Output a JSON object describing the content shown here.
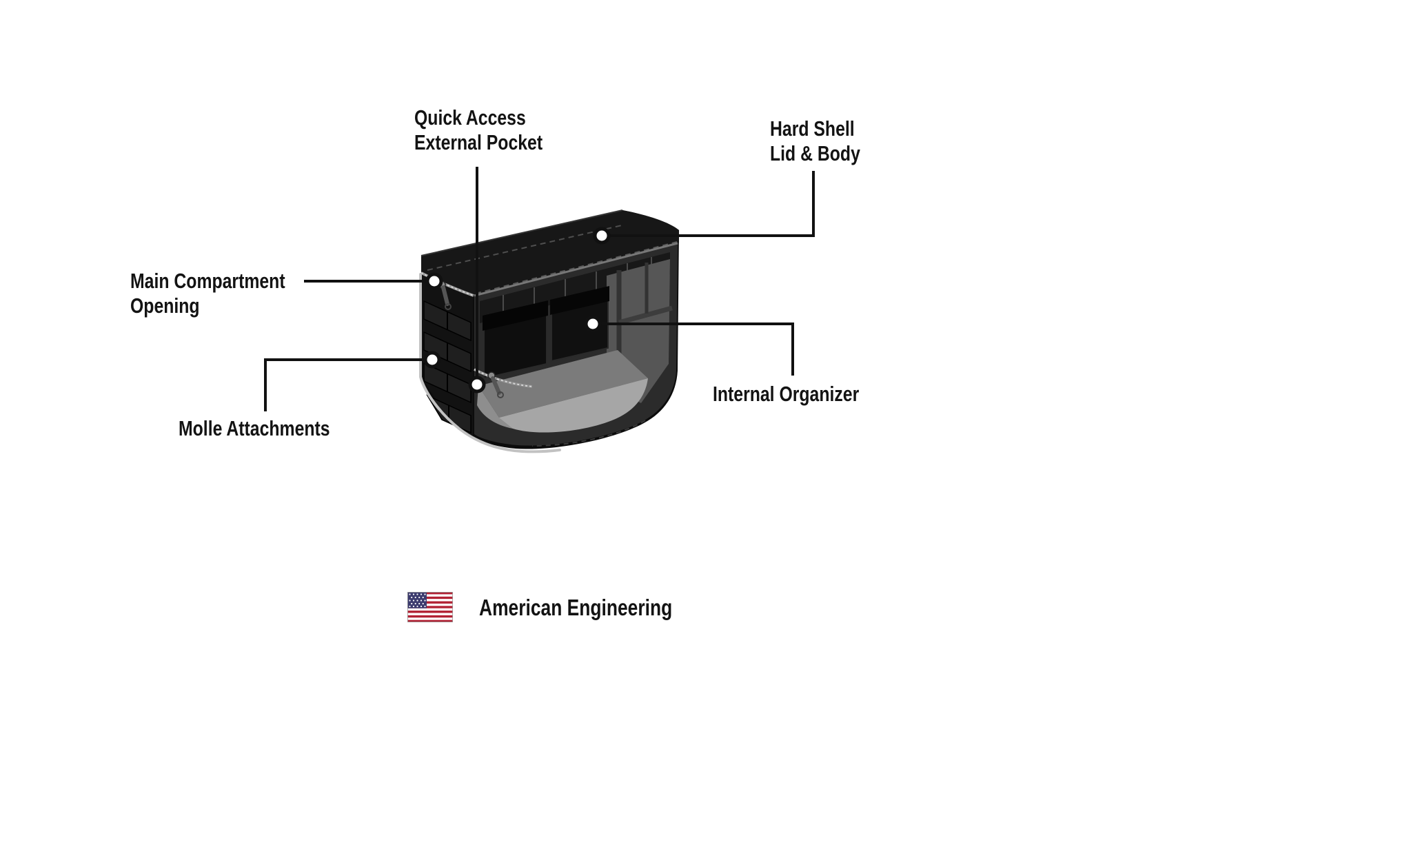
{
  "callouts": {
    "quick_access": {
      "label": "Quick Access\nExternal Pocket"
    },
    "hard_shell": {
      "label": "Hard Shell\nLid & Body"
    },
    "main_compartment": {
      "label": "Main Compartment\nOpening"
    },
    "molle": {
      "label": "Molle Attachments"
    },
    "internal_organizer": {
      "label": "Internal Organizer"
    }
  },
  "footer": {
    "label": "American Engineering"
  },
  "illustration": {
    "subject": "hard shell saddlebag shown open with internal organizer"
  },
  "colors": {
    "background": "#ffffff",
    "text": "#131313",
    "callout_line": "#111111",
    "bag_shell": "#0c0c0c",
    "interior_gray": "#a6a6a6",
    "piping_gray": "#c2c2c2",
    "flag_red": "#b22234",
    "flag_blue": "#3c3b6e"
  }
}
